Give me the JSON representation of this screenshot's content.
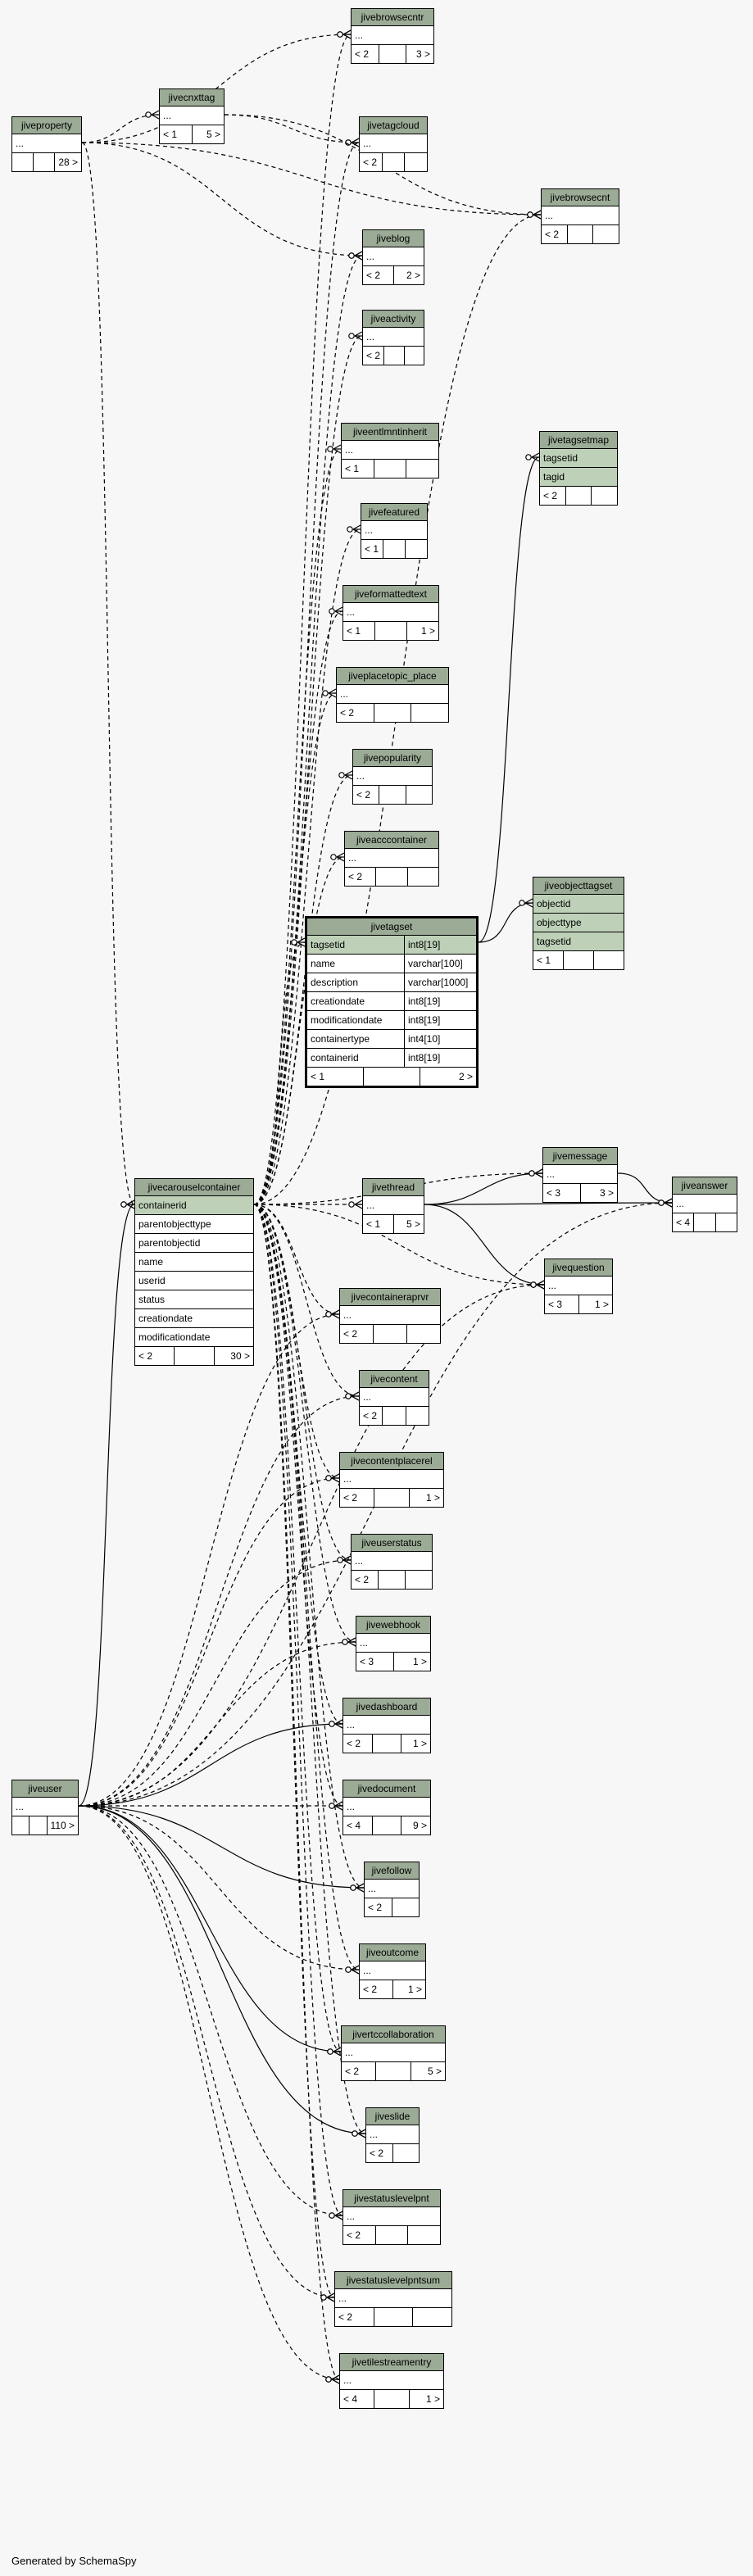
{
  "footer": {
    "generated_by": "Generated by SchemaSpy"
  },
  "tables": [
    {
      "id": "jivebrowsecntr",
      "name": "jivebrowsecntr",
      "cols": [
        "..."
      ],
      "foot": [
        "< 2",
        "",
        "3 >"
      ]
    },
    {
      "id": "jivecnxttag",
      "name": "jivecnxttag",
      "cols": [
        "..."
      ],
      "foot": [
        "< 1",
        "5 >"
      ]
    },
    {
      "id": "jiveproperty",
      "name": "jiveproperty",
      "cols": [
        "..."
      ],
      "foot": [
        "",
        "",
        "28 >"
      ]
    },
    {
      "id": "jivetagcloud",
      "name": "jivetagcloud",
      "cols": [
        "..."
      ],
      "foot": [
        "< 2",
        "",
        ""
      ]
    },
    {
      "id": "jivebrowsecnt",
      "name": "jivebrowsecnt",
      "cols": [
        "..."
      ],
      "foot": [
        "< 2",
        "",
        ""
      ]
    },
    {
      "id": "jiveblog",
      "name": "jiveblog",
      "cols": [
        "..."
      ],
      "foot": [
        "< 2",
        "2 >"
      ]
    },
    {
      "id": "jiveactivity",
      "name": "jiveactivity",
      "cols": [
        "..."
      ],
      "foot": [
        "< 2",
        "",
        ""
      ]
    },
    {
      "id": "jiveentlmntinherit",
      "name": "jiveentlmntinherit",
      "cols": [
        "..."
      ],
      "foot": [
        "< 1",
        "",
        ""
      ]
    },
    {
      "id": "jivetagsetmap",
      "name": "jivetagsetmap",
      "keys": [
        "tagsetid",
        "tagid"
      ],
      "cols": [],
      "foot": [
        "< 2",
        "",
        ""
      ]
    },
    {
      "id": "jivefeatured",
      "name": "jivefeatured",
      "cols": [
        "..."
      ],
      "foot": [
        "< 1",
        "",
        ""
      ]
    },
    {
      "id": "jiveformattedtext",
      "name": "jiveformattedtext",
      "cols": [
        "..."
      ],
      "foot": [
        "< 1",
        "",
        "1 >"
      ]
    },
    {
      "id": "jiveplacetopic_place",
      "name": "jiveplacetopic_place",
      "cols": [
        "..."
      ],
      "foot": [
        "< 2",
        "",
        ""
      ]
    },
    {
      "id": "jivepopularity",
      "name": "jivepopularity",
      "cols": [
        "..."
      ],
      "foot": [
        "< 2",
        "",
        ""
      ]
    },
    {
      "id": "jiveacccontainer",
      "name": "jiveacccontainer",
      "cols": [
        "..."
      ],
      "foot": [
        "< 2",
        "",
        ""
      ]
    },
    {
      "id": "jiveobjecttagset",
      "name": "jiveobjecttagset",
      "keys": [
        "objectid",
        "objecttype",
        "tagsetid"
      ],
      "cols": [],
      "foot": [
        "< 1",
        "",
        ""
      ]
    },
    {
      "id": "jivetagset",
      "name": "jivetagset",
      "focus": true,
      "keys": [
        [
          "tagsetid",
          "int8[19]"
        ]
      ],
      "typed": [
        [
          "name",
          "varchar[100]"
        ],
        [
          "description",
          "varchar[1000]"
        ],
        [
          "creationdate",
          "int8[19]"
        ],
        [
          "modificationdate",
          "int8[19]"
        ],
        [
          "containertype",
          "int4[10]"
        ],
        [
          "containerid",
          "int8[19]"
        ]
      ],
      "foot": [
        "< 1",
        "",
        "2 >"
      ]
    },
    {
      "id": "jivemessage",
      "name": "jivemessage",
      "cols": [
        "..."
      ],
      "foot": [
        "< 3",
        "3 >"
      ]
    },
    {
      "id": "jivecarouselcontainer",
      "name": "jivecarouselcontainer",
      "keys": [
        "containerid"
      ],
      "cols": [
        "parentobjecttype",
        "parentobjectid",
        "name",
        "userid",
        "status",
        "creationdate",
        "modificationdate"
      ],
      "foot": [
        "< 2",
        "",
        "30 >"
      ]
    },
    {
      "id": "jivethread",
      "name": "jivethread",
      "cols": [
        "..."
      ],
      "foot": [
        "< 1",
        "5 >"
      ]
    },
    {
      "id": "jiveanswer",
      "name": "jiveanswer",
      "cols": [
        "..."
      ],
      "foot": [
        "< 4",
        "",
        ""
      ]
    },
    {
      "id": "jivequestion",
      "name": "jivequestion",
      "cols": [
        "..."
      ],
      "foot": [
        "< 3",
        "1 >"
      ]
    },
    {
      "id": "jivecontaineraprvr",
      "name": "jivecontaineraprvr",
      "cols": [
        "..."
      ],
      "foot": [
        "< 2",
        "",
        ""
      ]
    },
    {
      "id": "jivecontent",
      "name": "jivecontent",
      "cols": [
        "..."
      ],
      "foot": [
        "< 2",
        "",
        ""
      ]
    },
    {
      "id": "jivecontentplacerel",
      "name": "jivecontentplacerel",
      "cols": [
        "..."
      ],
      "foot": [
        "< 2",
        "",
        "1 >"
      ]
    },
    {
      "id": "jiveuserstatus",
      "name": "jiveuserstatus",
      "cols": [
        "..."
      ],
      "foot": [
        "< 2",
        "",
        ""
      ]
    },
    {
      "id": "jivewebhook",
      "name": "jivewebhook",
      "cols": [
        "..."
      ],
      "foot": [
        "< 3",
        "1 >"
      ]
    },
    {
      "id": "jivedashboard",
      "name": "jivedashboard",
      "cols": [
        "..."
      ],
      "foot": [
        "< 2",
        "",
        "1 >"
      ]
    },
    {
      "id": "jiveuser",
      "name": "jiveuser",
      "cols": [
        "..."
      ],
      "foot": [
        "",
        "",
        "110 >"
      ]
    },
    {
      "id": "jivedocument",
      "name": "jivedocument",
      "cols": [
        "..."
      ],
      "foot": [
        "< 4",
        "",
        "9 >"
      ]
    },
    {
      "id": "jivefollow",
      "name": "jivefollow",
      "cols": [
        "..."
      ],
      "foot": [
        "< 2",
        ""
      ]
    },
    {
      "id": "jiveoutcome",
      "name": "jiveoutcome",
      "cols": [
        "..."
      ],
      "foot": [
        "< 2",
        "1 >"
      ]
    },
    {
      "id": "jivertccollaboration",
      "name": "jivertccollaboration",
      "cols": [
        "..."
      ],
      "foot": [
        "< 2",
        "",
        "5 >"
      ]
    },
    {
      "id": "jiveslide",
      "name": "jiveslide",
      "cols": [
        "..."
      ],
      "foot": [
        "< 2",
        ""
      ]
    },
    {
      "id": "jivestatuslevelpnt",
      "name": "jivestatuslevelpnt",
      "cols": [
        "..."
      ],
      "foot": [
        "< 2",
        "",
        ""
      ]
    },
    {
      "id": "jivestatuslevelpntsum",
      "name": "jivestatuslevelpntsum",
      "cols": [
        "..."
      ],
      "foot": [
        "< 2",
        "",
        ""
      ]
    },
    {
      "id": "jivetilestreamentry",
      "name": "jivetilestreamentry",
      "cols": [
        "..."
      ],
      "foot": [
        "< 4",
        "",
        "1 >"
      ]
    }
  ],
  "relations": [
    {
      "from": "jivecarouselcontainer",
      "to": "jivebrowsecntr",
      "style": "dashed"
    },
    {
      "from": "jivecarouselcontainer",
      "to": "jivetagcloud",
      "style": "dashed"
    },
    {
      "from": "jivecarouselcontainer",
      "to": "jiveblog",
      "style": "dashed"
    },
    {
      "from": "jivecarouselcontainer",
      "to": "jiveactivity",
      "style": "dashed"
    },
    {
      "from": "jivecarouselcontainer",
      "to": "jiveentlmntinherit",
      "style": "dashed"
    },
    {
      "from": "jivecarouselcontainer",
      "to": "jivefeatured",
      "style": "dashed"
    },
    {
      "from": "jivecarouselcontainer",
      "to": "jiveformattedtext",
      "style": "dashed"
    },
    {
      "from": "jivecarouselcontainer",
      "to": "jiveplacetopic_place",
      "style": "dashed"
    },
    {
      "from": "jivecarouselcontainer",
      "to": "jivepopularity",
      "style": "dashed"
    },
    {
      "from": "jivecarouselcontainer",
      "to": "jiveacccontainer",
      "style": "dashed"
    },
    {
      "from": "jivecarouselcontainer",
      "to": "jivetagset",
      "style": "dashed"
    },
    {
      "from": "jivecarouselcontainer",
      "to": "jivebrowsecnt",
      "style": "dashed"
    },
    {
      "from": "jivecarouselcontainer",
      "to": "jivemessage",
      "style": "dashed"
    },
    {
      "from": "jivecarouselcontainer",
      "to": "jivethread",
      "style": "dashed"
    },
    {
      "from": "jivecarouselcontainer",
      "to": "jivequestion",
      "style": "dashed"
    },
    {
      "from": "jivecarouselcontainer",
      "to": "jivecontaineraprvr",
      "style": "dashed"
    },
    {
      "from": "jivecarouselcontainer",
      "to": "jivecontent",
      "style": "dashed"
    },
    {
      "from": "jivecarouselcontainer",
      "to": "jivecontentplacerel",
      "style": "dashed"
    },
    {
      "from": "jivecarouselcontainer",
      "to": "jiveuserstatus",
      "style": "dashed"
    },
    {
      "from": "jivecarouselcontainer",
      "to": "jivewebhook",
      "style": "dashed"
    },
    {
      "from": "jivecarouselcontainer",
      "to": "jivedashboard",
      "style": "dashed"
    },
    {
      "from": "jivecarouselcontainer",
      "to": "jivedocument",
      "style": "dashed"
    },
    {
      "from": "jivecarouselcontainer",
      "to": "jivefollow",
      "style": "dashed"
    },
    {
      "from": "jivecarouselcontainer",
      "to": "jiveoutcome",
      "style": "dashed"
    },
    {
      "from": "jivecarouselcontainer",
      "to": "jivertccollaboration",
      "style": "dashed"
    },
    {
      "from": "jivecarouselcontainer",
      "to": "jiveslide",
      "style": "dashed"
    },
    {
      "from": "jivecarouselcontainer",
      "to": "jivestatuslevelpnt",
      "style": "dashed"
    },
    {
      "from": "jivecarouselcontainer",
      "to": "jivestatuslevelpntsum",
      "style": "dashed"
    },
    {
      "from": "jivecarouselcontainer",
      "to": "jivetilestreamentry",
      "style": "dashed"
    },
    {
      "from": "jiveproperty",
      "to": "jivecnxttag",
      "style": "dashed"
    },
    {
      "from": "jiveproperty",
      "to": "jivebrowsecntr",
      "style": "dashed"
    },
    {
      "from": "jiveproperty",
      "to": "jiveblog",
      "style": "dashed"
    },
    {
      "from": "jiveproperty",
      "to": "jivebrowsecnt",
      "style": "dashed"
    },
    {
      "from": "jiveproperty",
      "to": "jivecarouselcontainer",
      "style": "dashed"
    },
    {
      "from": "jivecnxttag",
      "to": "jivetagcloud",
      "style": "dashed"
    },
    {
      "from": "jivecnxttag",
      "to": "jivebrowsecnt",
      "style": "dashed"
    },
    {
      "from": "jivetagset",
      "to": "jivetagsetmap",
      "style": "solid"
    },
    {
      "from": "jivetagset",
      "to": "jiveobjecttagset",
      "style": "solid"
    },
    {
      "from": "jivethread",
      "to": "jivemessage",
      "style": "solid"
    },
    {
      "from": "jivethread",
      "to": "jivequestion",
      "style": "solid"
    },
    {
      "from": "jivethread",
      "to": "jiveanswer",
      "style": "solid"
    },
    {
      "from": "jivemessage",
      "to": "jiveanswer",
      "style": "solid"
    },
    {
      "from": "jiveuser",
      "to": "jivecarouselcontainer",
      "style": "solid"
    },
    {
      "from": "jiveuser",
      "to": "jivedashboard",
      "style": "solid"
    },
    {
      "from": "jiveuser",
      "to": "jivefollow",
      "style": "solid"
    },
    {
      "from": "jiveuser",
      "to": "jivertccollaboration",
      "style": "solid"
    },
    {
      "from": "jiveuser",
      "to": "jiveslide",
      "style": "solid"
    },
    {
      "from": "jiveuser",
      "to": "jivedocument",
      "style": "dashed"
    },
    {
      "from": "jiveuser",
      "to": "jiveoutcome",
      "style": "dashed"
    },
    {
      "from": "jiveuser",
      "to": "jivestatuslevelpnt",
      "style": "dashed"
    },
    {
      "from": "jiveuser",
      "to": "jivestatuslevelpntsum",
      "style": "dashed"
    },
    {
      "from": "jiveuser",
      "to": "jivetilestreamentry",
      "style": "dashed"
    },
    {
      "from": "jiveuser",
      "to": "jivewebhook",
      "style": "dashed"
    },
    {
      "from": "jiveuser",
      "to": "jiveuserstatus",
      "style": "dashed"
    },
    {
      "from": "jiveuser",
      "to": "jivecontentplacerel",
      "style": "dashed"
    },
    {
      "from": "jiveuser",
      "to": "jivecontent",
      "style": "dashed"
    },
    {
      "from": "jiveuser",
      "to": "jivecontaineraprvr",
      "style": "dashed"
    },
    {
      "from": "jiveuser",
      "to": "jiveanswer",
      "style": "dashed"
    },
    {
      "from": "jiveuser",
      "to": "jivequestion",
      "style": "dashed"
    }
  ]
}
